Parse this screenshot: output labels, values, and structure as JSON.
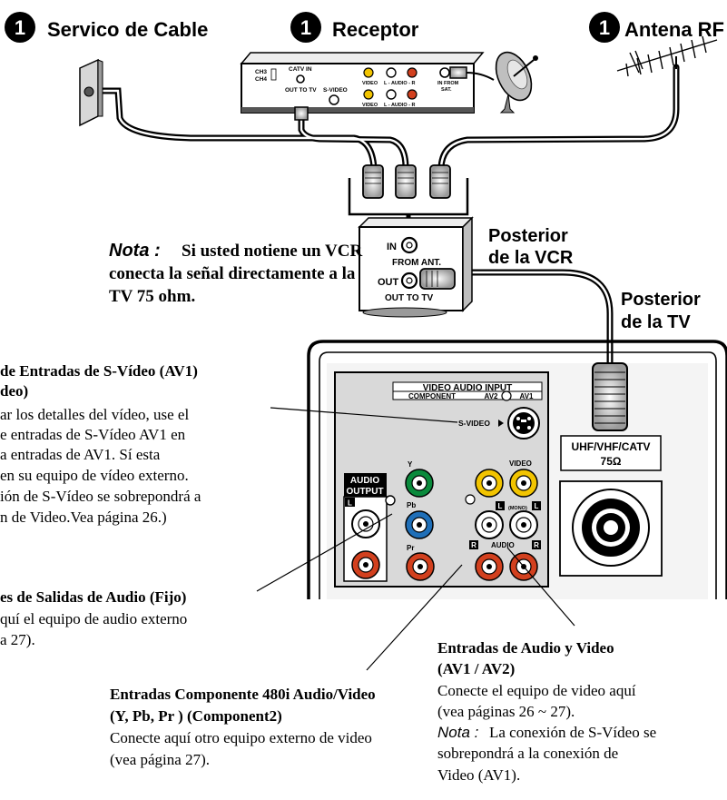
{
  "sources": {
    "marker": "1",
    "cable": "Servico de Cable",
    "receiver": "Receptor",
    "antenna": "Antena RF"
  },
  "wall_jack": {
    "ch3": "CH3",
    "ch4": "CH4"
  },
  "receiver_panel": {
    "catv_in": "CATV IN",
    "out_to_tv": "OUT TO TV",
    "s_video": "S-VIDEO",
    "video": "VIDEO",
    "l_audio_r": "L - AUDIO - R",
    "in_from": "IN FROM",
    "sat": "SAT."
  },
  "note_vcr": {
    "label": "Nota :",
    "text_line1": "Si usted notiene un VCR",
    "text_line2": "conecta la señal directamente a la",
    "text_line3": "TV 75 ohm."
  },
  "vcr": {
    "title_line1": "Posterior",
    "title_line2": "de la VCR",
    "in": "IN",
    "from_ant": "FROM ANT.",
    "out": "OUT",
    "out_to_tv": "OUT TO TV"
  },
  "tv": {
    "title_line1": "Posterior",
    "title_line2": "de la TV",
    "uhf_label": "UHF/VHF/CATV",
    "ohm_label": "75Ω"
  },
  "tv_panel": {
    "header": "VIDEO AUDIO INPUT",
    "component": "COMPONENT",
    "av2": "AV2",
    "av1": "AV1",
    "s_video": "S-VIDEO",
    "audio_output_1": "AUDIO",
    "audio_output_2": "OUTPUT",
    "y": "Y",
    "pb": "Pb",
    "pr": "Pr",
    "video": "VIDEO",
    "l": "L",
    "r": "R",
    "mono": "(MONO)",
    "audio": "AUDIO"
  },
  "callouts": {
    "svideo_title_1": "de Entradas de S-Vídeo (AV1)",
    "svideo_title_2": "deo)",
    "svideo_body_1": "ar los detalles del vídeo, use el",
    "svideo_body_2": "e entradas de S-Vídeo AV1 en",
    "svideo_body_3": "a entradas de AV1. Sí esta",
    "svideo_body_4": "en su equipo de vídeo externo.",
    "svideo_body_5": "ión de S-Vídeo se sobrepondrá a",
    "svideo_body_6": "n de Video.Vea página 26.)",
    "audio_out_title": "es de Salidas de Audio (Fijo)",
    "audio_out_body_1": "quí el equipo de audio externo",
    "audio_out_body_2": "a 27).",
    "av_title_1": "Entradas de Audio y Video",
    "av_title_2": "(AV1 / AV2)",
    "av_body_1": "Conecte el equipo de video aquí",
    "av_body_2": "(vea páginas 26 ~ 27).",
    "av_note_label": "Nota :",
    "av_note_1": "La conexión de S-Vídeo se",
    "av_note_2": "sobrepondrá a la conexión de",
    "av_note_3": "Video (AV1).",
    "comp_title_1": "Entradas Componente 480i Audio/Video",
    "comp_title_2": "(Y, Pb, Pr ) (Component2)",
    "comp_body_1": "Conecte aquí otro equipo externo de video",
    "comp_body_2": "(vea página 27)."
  },
  "colors": {
    "ink": "#000000",
    "jack_green": "#0a8a3c",
    "jack_blue": "#1f6fb8",
    "jack_red": "#d2401e",
    "jack_yellow": "#f2c400",
    "panel_gray": "#d9d9d9"
  }
}
